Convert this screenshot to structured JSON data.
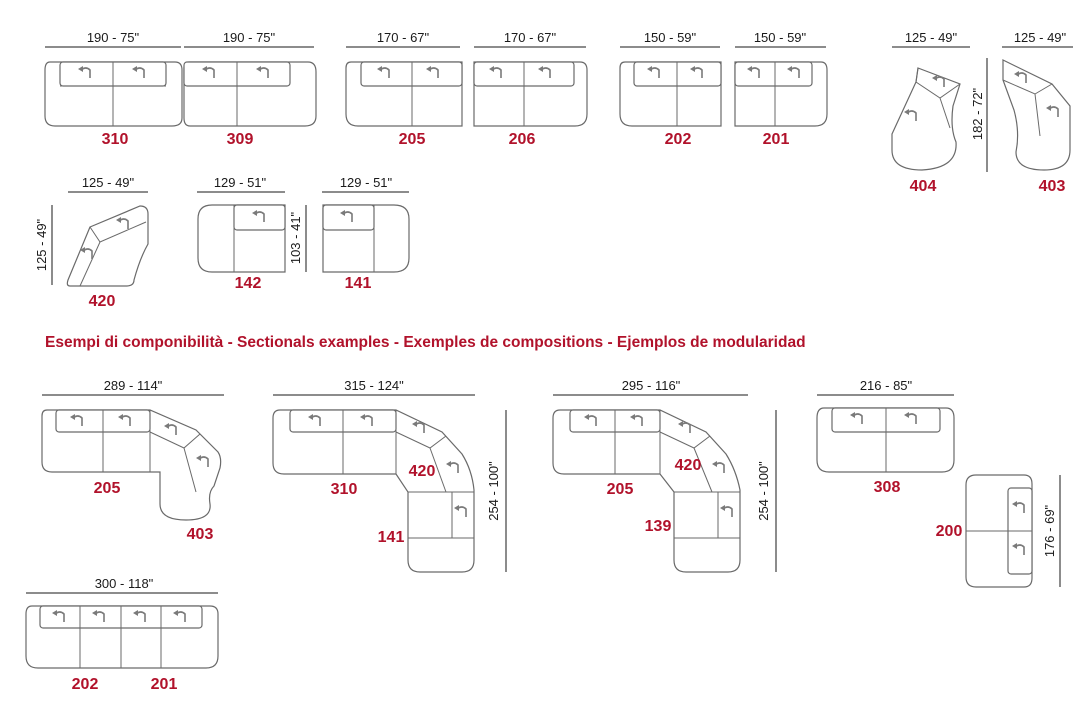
{
  "colors": {
    "accent": "#b1122b",
    "line": "#6a6a6a",
    "text": "#1a1a1a"
  },
  "section_title": "Esempi di componibilità  -  Sectionals examples - Exemples de compositions - Ejemplos de modularidad",
  "modules": [
    {
      "code": "310",
      "width": "190 - 75\""
    },
    {
      "code": "309",
      "width": "190 - 75\""
    },
    {
      "code": "205",
      "width": "170 - 67\""
    },
    {
      "code": "206",
      "width": "170 - 67\""
    },
    {
      "code": "202",
      "width": "150 - 59\""
    },
    {
      "code": "201",
      "width": "150 - 59\""
    },
    {
      "code": "404",
      "width": "125 - 49\""
    },
    {
      "code": "403",
      "width": "125 - 49\"",
      "depth": "182 - 72\""
    },
    {
      "code": "420",
      "width": "125 - 49\"",
      "depth": "125 - 49\""
    },
    {
      "code": "142",
      "width": "129 - 51\"",
      "depth": "103 - 41\""
    },
    {
      "code": "141",
      "width": "129 - 51\""
    }
  ],
  "examples": [
    {
      "width": "289 - 114\"",
      "codes": [
        "205",
        "403"
      ]
    },
    {
      "width": "315 - 124\"",
      "depth": "254 - 100\"",
      "codes": [
        "310",
        "420",
        "141"
      ]
    },
    {
      "width": "295 - 116\"",
      "depth": "254 - 100\"",
      "codes": [
        "205",
        "420",
        "139"
      ]
    },
    {
      "width": "216 - 85\"",
      "codes": [
        "308"
      ]
    },
    {
      "codes": [
        "200"
      ],
      "depth": "176 - 69\""
    },
    {
      "width": "300 - 118\"",
      "codes": [
        "202",
        "201"
      ]
    }
  ]
}
